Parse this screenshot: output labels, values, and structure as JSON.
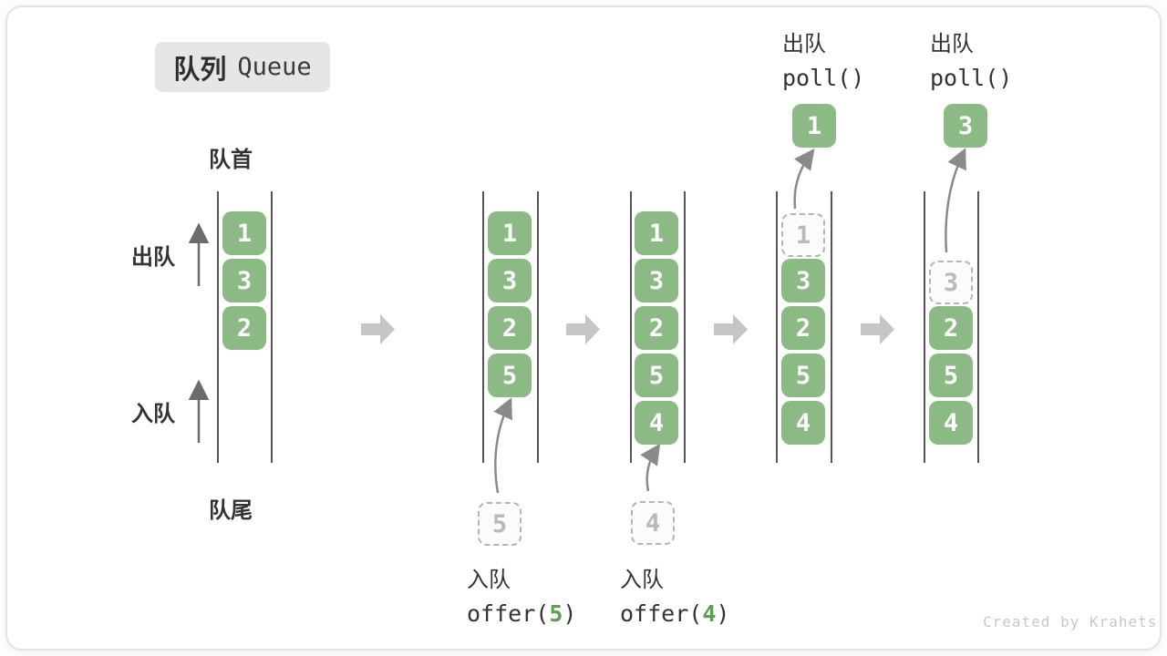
{
  "title": {
    "zh": "队列",
    "en": "Queue"
  },
  "labels": {
    "front": "队首",
    "rear": "队尾",
    "dequeue_side": "出队",
    "enqueue_side": "入队"
  },
  "credit": "Created by Krahets",
  "colors": {
    "block_green": "#8CBA85",
    "code_green": "#5AA050",
    "dashed_border": "#b5b5b5",
    "wall": "#555555",
    "arrow_thick": "#c5c5c5",
    "badge_bg": "#e6e6e6",
    "muted": "#b9b9b9",
    "credit": "#c8c8c8"
  },
  "states": [
    {
      "name": "initial",
      "slots": [
        "1",
        "3",
        "2"
      ]
    },
    {
      "name": "after-offer-5",
      "slots": [
        "1",
        "3",
        "2",
        "5"
      ],
      "staged_value": "5",
      "op": {
        "action": "入队",
        "fn": "offer(",
        "arg": "5",
        "close": ")"
      }
    },
    {
      "name": "after-offer-4",
      "slots": [
        "1",
        "3",
        "2",
        "5",
        "4"
      ],
      "staged_value": "4",
      "op": {
        "action": "入队",
        "fn": "offer(",
        "arg": "4",
        "close": ")"
      }
    },
    {
      "name": "after-poll-1",
      "dashed_slot": "1",
      "slots": [
        "3",
        "2",
        "5",
        "4"
      ],
      "popped_value": "1",
      "op": {
        "action": "出队",
        "fn": "poll()"
      }
    },
    {
      "name": "after-poll-3",
      "dashed_slot": "3",
      "slots": [
        "2",
        "5",
        "4"
      ],
      "popped_value": "3",
      "op": {
        "action": "出队",
        "fn": "poll()"
      }
    }
  ]
}
